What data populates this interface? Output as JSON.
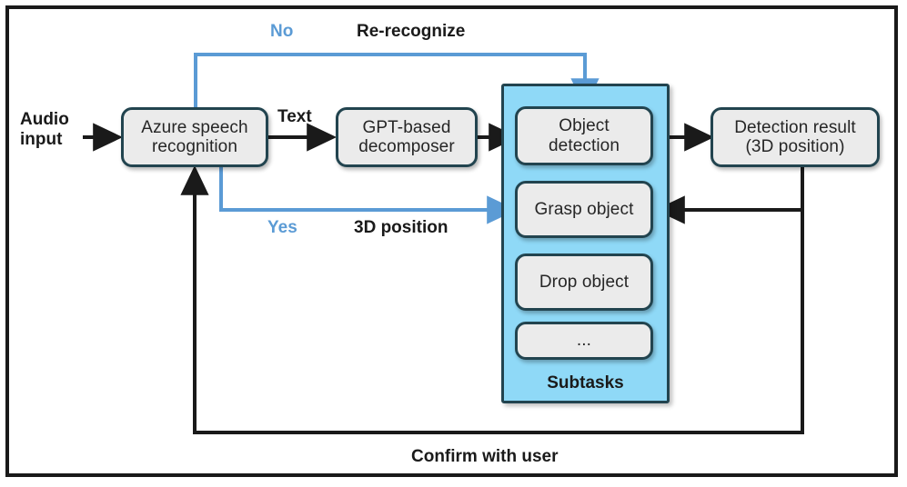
{
  "diagram": {
    "title": "Voice-controlled robot task pipeline flowchart",
    "colors": {
      "node_fill": "#ebebeb",
      "node_stroke": "#22444f",
      "group_fill": "#8fd9f7",
      "blue_edge": "#5b9bd5",
      "black_edge": "#1a1a1a",
      "frame": "#1a1a1a"
    },
    "external_labels": [
      {
        "name": "audio-input",
        "text_line1": "Audio",
        "text_line2": "input"
      }
    ],
    "nodes": [
      {
        "id": "azure",
        "label_line1": "Azure speech",
        "label_line2": "recognition"
      },
      {
        "id": "gpt",
        "label_line1": "GPT-based",
        "label_line2": "decomposer"
      },
      {
        "id": "object-detection",
        "label_line1": "Object",
        "label_line2": "detection"
      },
      {
        "id": "grasp-object",
        "label_line1": "Grasp object",
        "label_line2": ""
      },
      {
        "id": "drop-object",
        "label_line1": "Drop object",
        "label_line2": ""
      },
      {
        "id": "ellipsis",
        "label_line1": "...",
        "label_line2": ""
      },
      {
        "id": "detection-result",
        "label_line1": "Detection result",
        "label_line2": "(3D position)"
      }
    ],
    "group": {
      "id": "subtasks",
      "label": "Subtasks"
    },
    "edge_labels": [
      {
        "id": "no",
        "text": "No",
        "style": "blue"
      },
      {
        "id": "re-recognize",
        "text": "Re-recognize",
        "style": "black"
      },
      {
        "id": "text",
        "text": "Text",
        "style": "black"
      },
      {
        "id": "yes",
        "text": "Yes",
        "style": "blue"
      },
      {
        "id": "three-d-position",
        "text": "3D position",
        "style": "black"
      },
      {
        "id": "confirm-with-user",
        "text": "Confirm with user",
        "style": "black"
      }
    ]
  }
}
